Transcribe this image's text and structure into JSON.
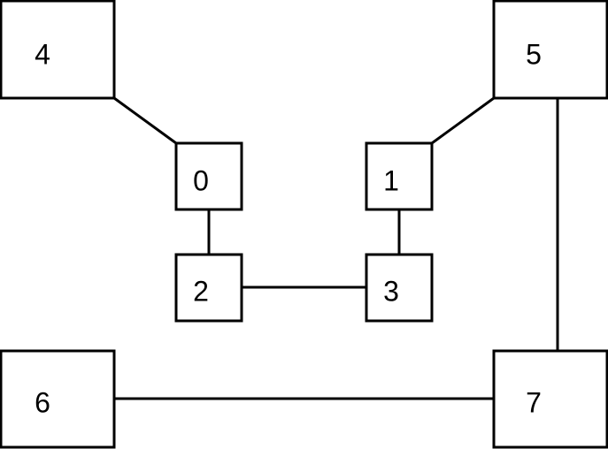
{
  "diagram": {
    "nodes": [
      {
        "id": "0",
        "label": "0"
      },
      {
        "id": "1",
        "label": "1"
      },
      {
        "id": "2",
        "label": "2"
      },
      {
        "id": "3",
        "label": "3"
      },
      {
        "id": "4",
        "label": "4"
      },
      {
        "id": "5",
        "label": "5"
      },
      {
        "id": "6",
        "label": "6"
      },
      {
        "id": "7",
        "label": "7"
      }
    ],
    "edges": [
      {
        "from": "4",
        "to": "0"
      },
      {
        "from": "5",
        "to": "1"
      },
      {
        "from": "0",
        "to": "2"
      },
      {
        "from": "1",
        "to": "3"
      },
      {
        "from": "2",
        "to": "3"
      },
      {
        "from": "5",
        "to": "7"
      },
      {
        "from": "6",
        "to": "7"
      }
    ]
  }
}
